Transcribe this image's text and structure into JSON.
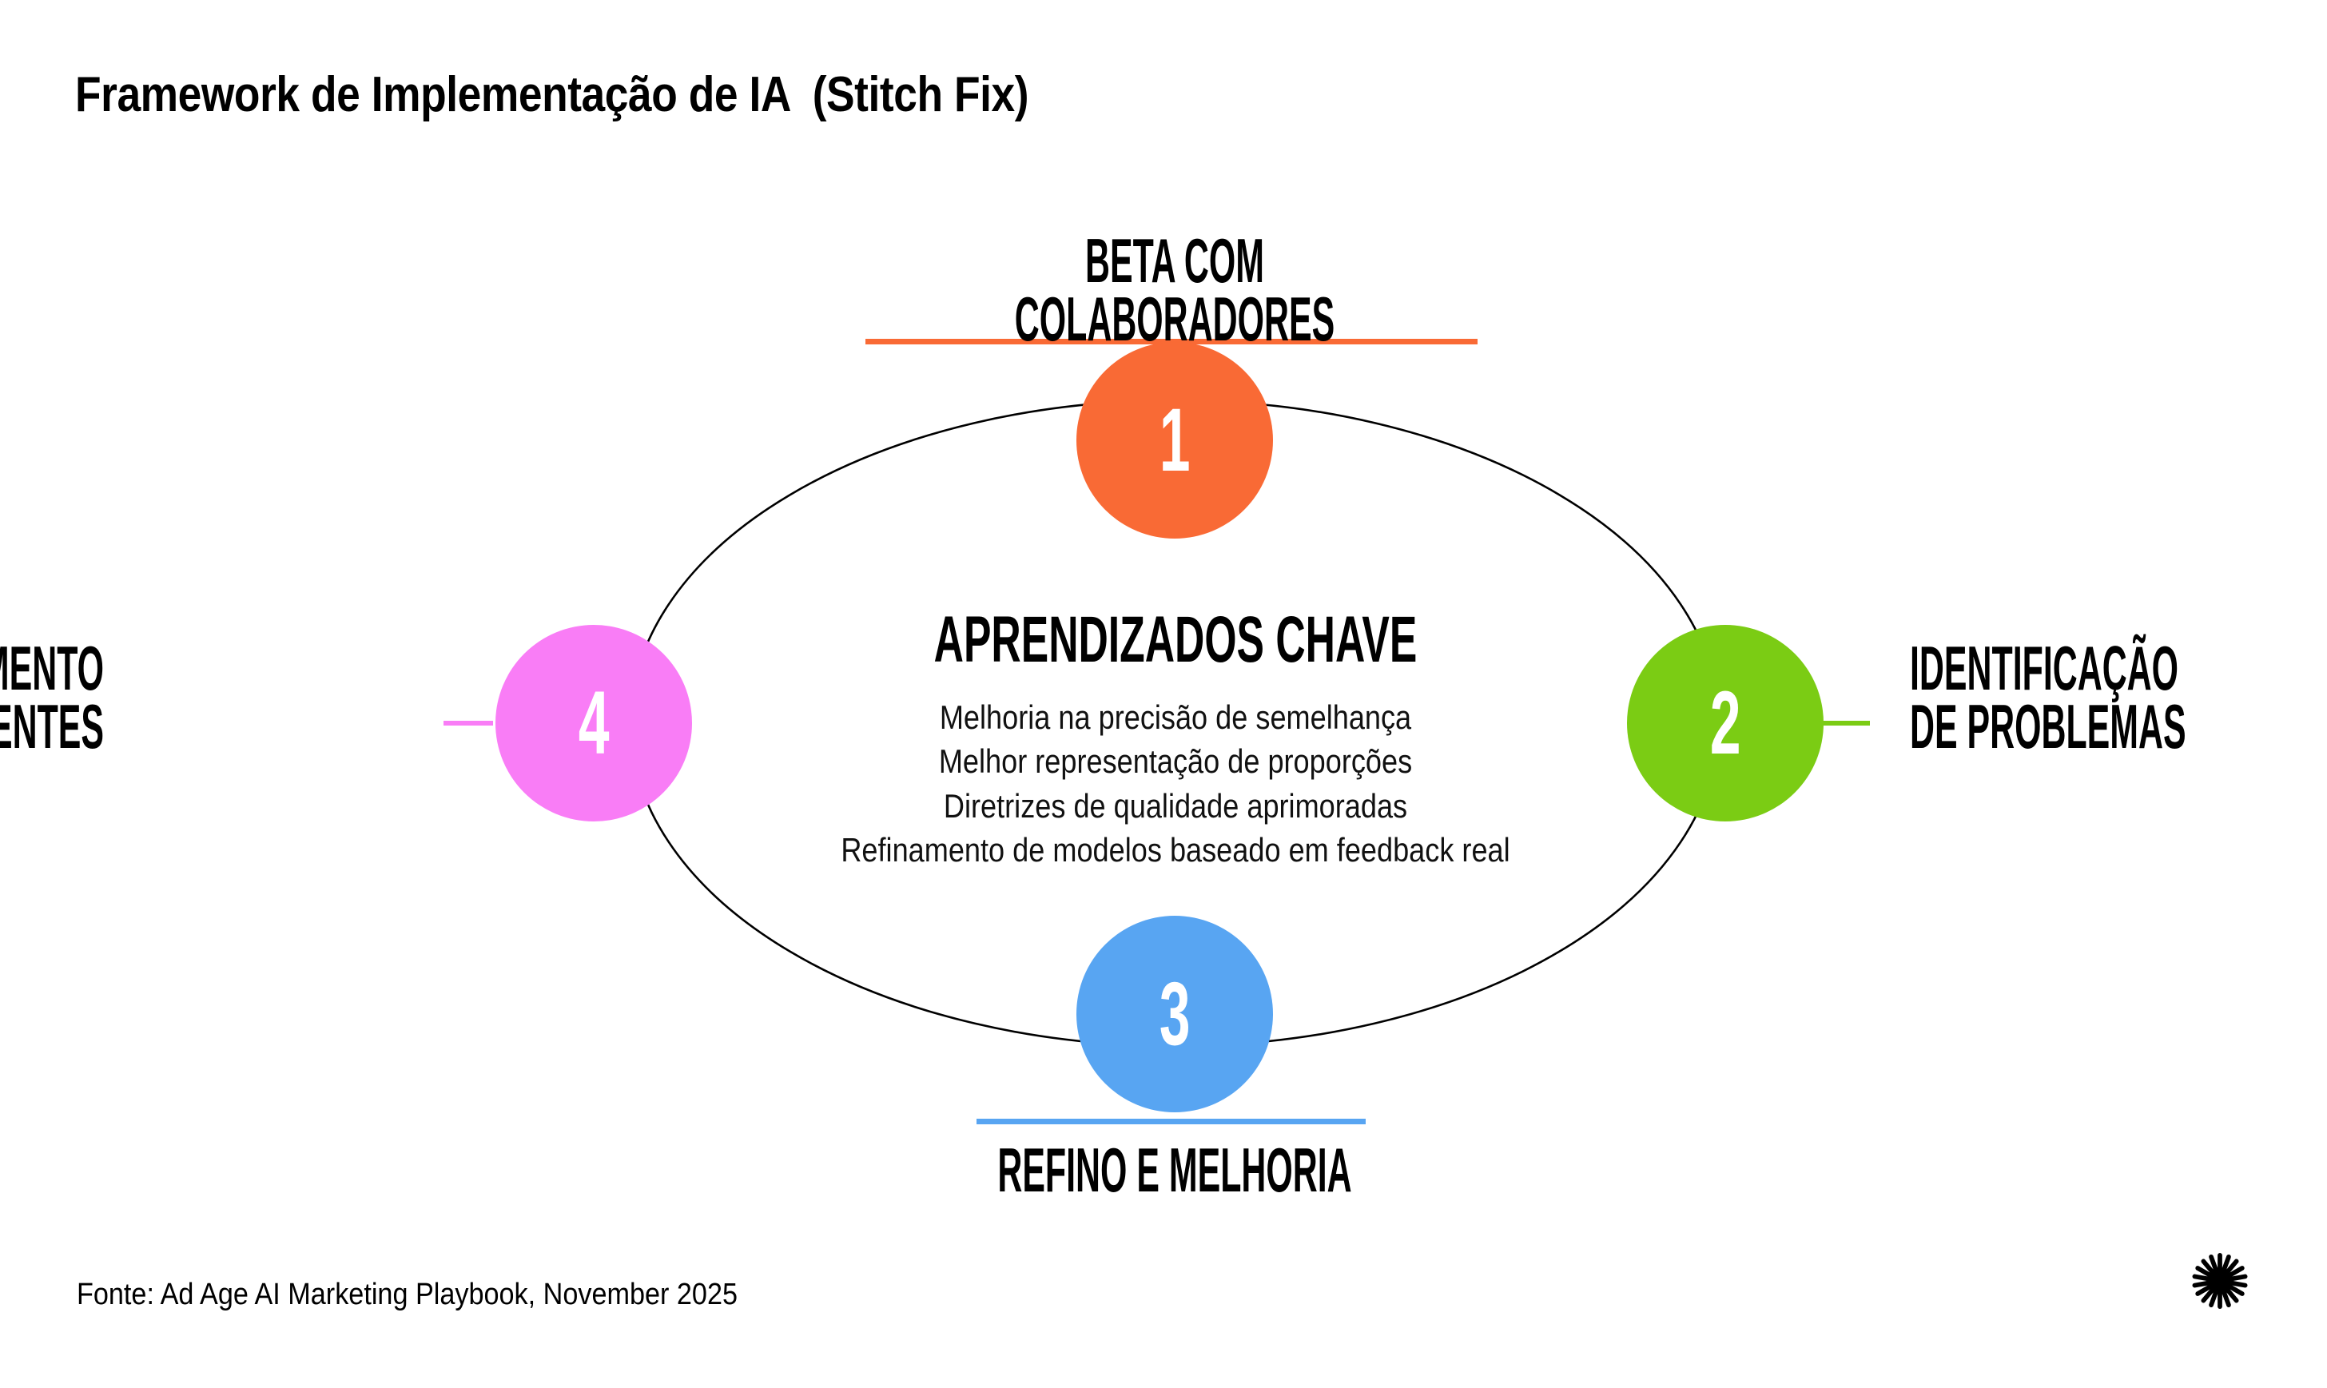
{
  "page": {
    "title": "Framework de Implementação de IA  (Stitch Fix)",
    "background_color": "#ffffff",
    "source_note": "Fonte: Ad Age AI Marketing Playbook, November 2025",
    "logo_name": "sunburst-asterisk-logo",
    "logo_color": "#000000"
  },
  "diagram": {
    "type": "cycle",
    "ring_stroke_color": "#000000",
    "ring_stroke_width": 2,
    "center": {
      "heading": "APRENDIZADOS CHAVE",
      "items": [
        "Melhoria na precisão de semelhança",
        "Melhor representação de proporções",
        "Diretrizes de qualidade aprimoradas",
        "Refinamento de modelos baseado em feedback real"
      ]
    },
    "steps": [
      {
        "number": "1",
        "label": "BETA COM COLABORADORES",
        "color": "#f96a35",
        "position": "top"
      },
      {
        "number": "2",
        "label": "IDENTIFICAÇÃO\nDE PROBLEMAS",
        "color": "#7bcc14",
        "position": "right"
      },
      {
        "number": "3",
        "label": "REFINO E MELHORIA",
        "color": "#58a5f2",
        "position": "bottom"
      },
      {
        "number": "4",
        "label": "LANÇAMENTO\nPARA CLIENTES",
        "color": "#f97df6",
        "position": "left"
      }
    ]
  }
}
